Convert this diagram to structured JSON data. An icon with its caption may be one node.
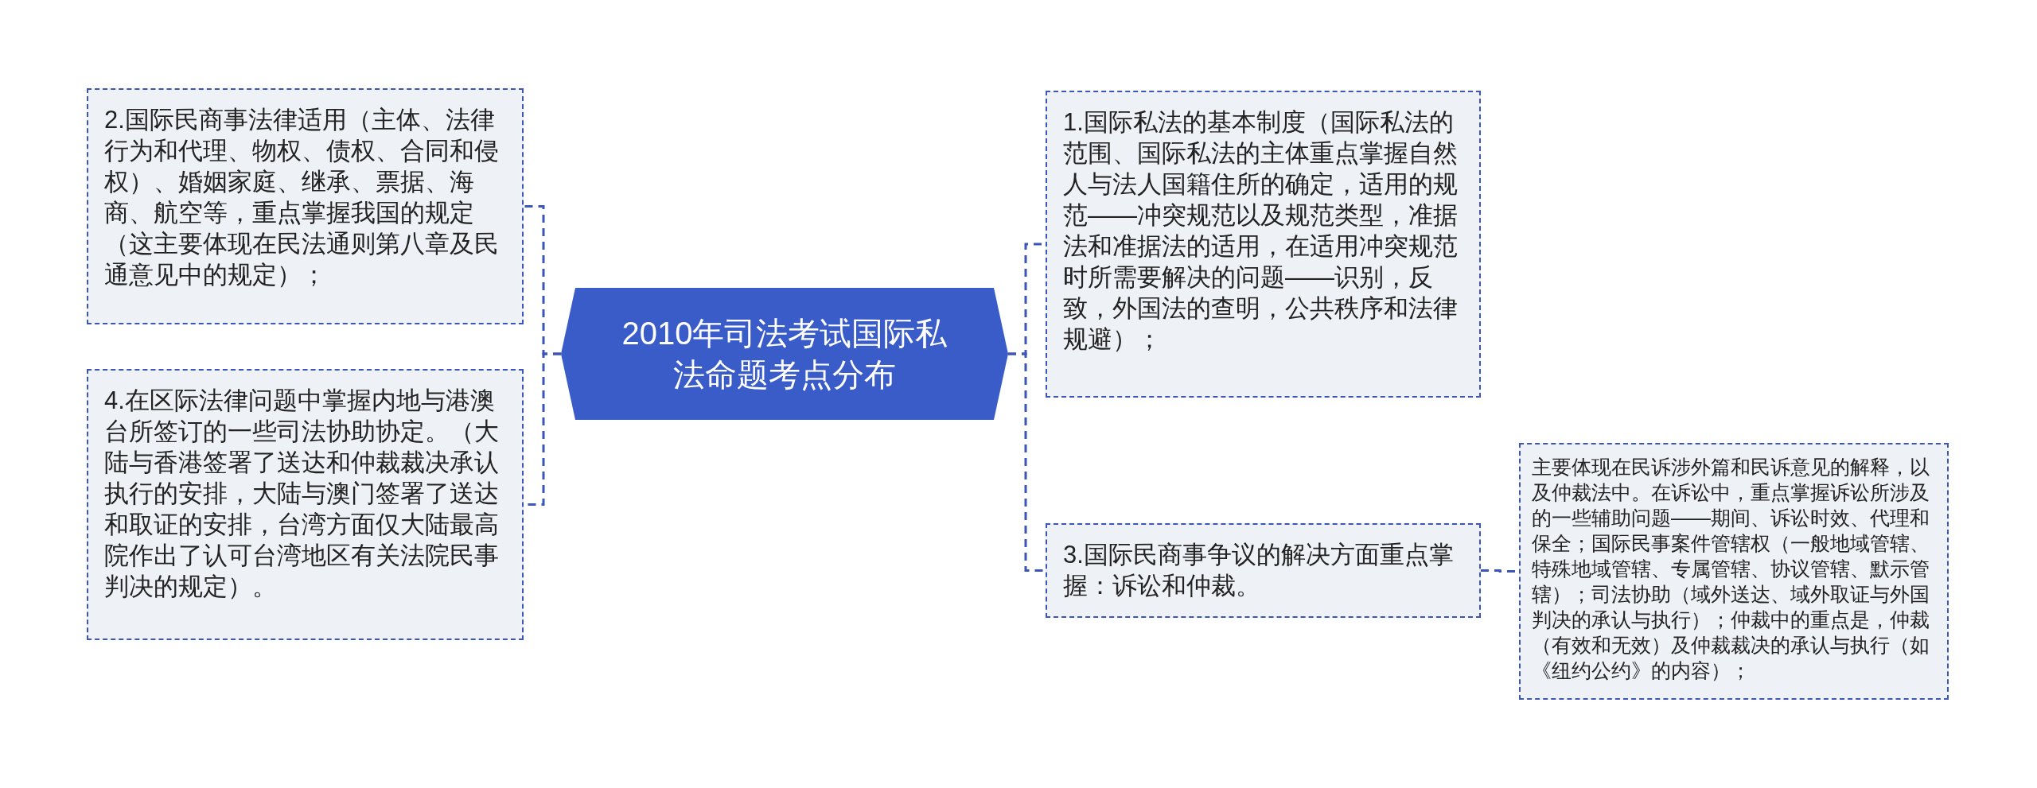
{
  "diagram": {
    "nodes": [
      {
        "text": [
          "2010年司法考试国际私法命题考点分布"
        ]
      },
      {
        "text": [
          "2.国际民商事法律适用（主体、法律行为和代理、物权、债权、合同和侵权）、婚姻家庭、继承、票据、海商、航空等，重点掌握我国的规定（这主要体现在民法通则第八章及民通意见中的规定）；"
        ]
      },
      {
        "text": [
          "4.在区际法律问题中掌握内地与港澳台所签订的一些司法协助协定。（大陆与香港签署了送达和仲裁裁决承认执行的安排，大陆与澳门签署了送达和取证的安排，台湾方面仅大陆最高院作出了认可台湾地区有关法院民事判决的规定）。"
        ]
      },
      {
        "text": [
          "1.国际私法的基本制度（国际私法的范围、国际私法的主体重点掌握自然人与法人国籍住所的确定，适用的规范——冲突规范以及规范类型，准据法和准据法的适用，在适用冲突规范时所需要解决的问题——识别，反致，外国法的查明，公共秩序和法律规避）；"
        ]
      },
      {
        "text": [
          "3.国际民商事争议的解决方面重点掌握：诉讼和仲裁。"
        ]
      },
      {
        "text": [
          "主要体现在民诉涉外篇和民诉意见的解释，以及仲裁法中。在诉讼中，重点掌握诉讼所涉及的一些辅助问题——期间、诉讼时效、代理和保全；国际民事案件管辖权（一般地域管辖、特殊地域管辖、专属管辖、协议管辖、默示管辖）；司法协助（域外送达、域外取证与外国判决的承认与执行）；仲裁中的重点是，仲裁（有效和无效）及仲裁裁决的承认与执行（如《纽约公约》的内容）；"
        ]
      }
    ],
    "edges": [
      {
        "from": 0,
        "to": 1,
        "arrow": "none",
        "style": "dashed"
      },
      {
        "from": 0,
        "to": 2,
        "arrow": "none",
        "style": "dashed"
      },
      {
        "from": 0,
        "to": 3,
        "arrow": "none",
        "style": "dashed"
      },
      {
        "from": 0,
        "to": 4,
        "arrow": "none",
        "style": "dashed"
      },
      {
        "from": 4,
        "to": 5,
        "arrow": "none",
        "style": "dashed"
      }
    ]
  }
}
